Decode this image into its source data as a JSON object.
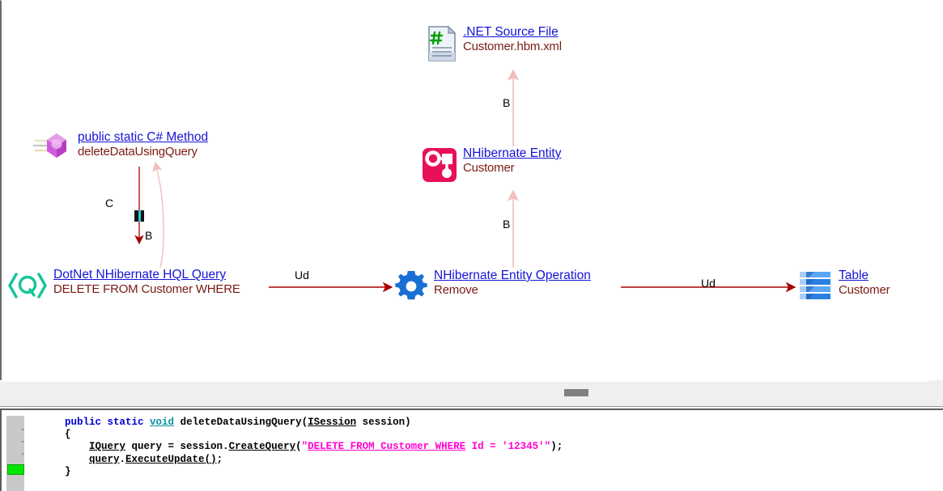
{
  "diagram": {
    "nodes": [
      {
        "id": "csharp-method",
        "icon": "csharp-method-icon",
        "title": " public static C# Method",
        "subtitle": "deleteDataUsingQuery"
      },
      {
        "id": "hql-query",
        "icon": "hql-query-icon",
        "title": "DotNet NHibernate HQL Query",
        "subtitle": "DELETE FROM Customer WHERE"
      },
      {
        "id": "net-source-file",
        "icon": "net-source-file-icon",
        "title": ".NET Source File",
        "subtitle": "Customer.hbm.xml"
      },
      {
        "id": "nhibernate-entity",
        "icon": "nhibernate-entity-icon",
        "title": "NHibernate Entity",
        "subtitle": "Customer"
      },
      {
        "id": "nhibernate-entity-operation",
        "icon": "gear-icon",
        "title": "NHibernate Entity Operation",
        "subtitle": "Remove"
      },
      {
        "id": "table",
        "icon": "table-icon",
        "title": "Table",
        "subtitle": "Customer"
      }
    ],
    "edge_labels": {
      "method_to_query_c": "C",
      "method_to_query_b": "B",
      "entity_to_source_b": "B",
      "operation_to_entity_b": "B",
      "query_to_operation": "Ud",
      "operation_to_table": "Ud"
    },
    "colors": {
      "node_title": "#1414d6",
      "node_subtitle": "#7a1b12",
      "edge_strong": "#aa0000",
      "edge_weak": "#f6c5c5",
      "entity_accent": "#e8105a",
      "gear_accent": "#1a6fd4",
      "table_accent": "#4f9ff0",
      "query_accent": "#14c49a",
      "method_accent": "#c050d0"
    }
  },
  "splitter": {
    "grip": "splitter-grip"
  },
  "code": {
    "language": "csharp",
    "gutter_marker": "green-breakpoint-marker",
    "lines": [
      {
        "id": "line-1",
        "tokens": [
          {
            "t": "    ",
            "c": "plain"
          },
          {
            "t": "public static ",
            "c": "kw"
          },
          {
            "t": "void",
            "c": "tp"
          },
          {
            "t": " deleteDataUsingQuery(",
            "c": "plain"
          },
          {
            "t": "ISession",
            "c": "ul"
          },
          {
            "t": " session)",
            "c": "plain"
          }
        ]
      },
      {
        "id": "line-2",
        "tokens": [
          {
            "t": "    {",
            "c": "plain"
          }
        ]
      },
      {
        "id": "line-3",
        "tokens": [
          {
            "t": "        ",
            "c": "plain"
          },
          {
            "t": "IQuery",
            "c": "ul"
          },
          {
            "t": " query = session.",
            "c": "plain"
          },
          {
            "t": "CreateQuery",
            "c": "ul"
          },
          {
            "t": "(",
            "c": "plain"
          },
          {
            "t": "\"",
            "c": "str"
          },
          {
            "t": "DELETE FROM Customer WHERE",
            "c": "str-u"
          },
          {
            "t": " Id = '12345'\"",
            "c": "str"
          },
          {
            "t": ");",
            "c": "plain"
          }
        ]
      },
      {
        "id": "line-4",
        "tokens": [
          {
            "t": "        ",
            "c": "plain"
          },
          {
            "t": "query",
            "c": "ul"
          },
          {
            "t": ".",
            "c": "plain"
          },
          {
            "t": "ExecuteUpdate()",
            "c": "ul"
          },
          {
            "t": ";",
            "c": "plain"
          }
        ]
      },
      {
        "id": "line-5",
        "tokens": [
          {
            "t": "    }",
            "c": "plain"
          }
        ]
      }
    ]
  }
}
